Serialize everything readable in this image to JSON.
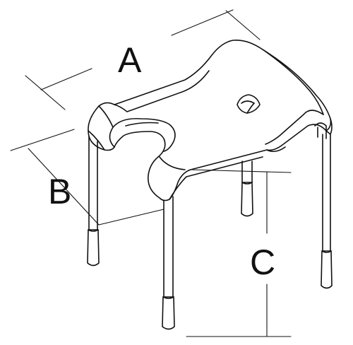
{
  "diagram": {
    "dimensions": [
      {
        "id": "width",
        "label": "A"
      },
      {
        "id": "depth",
        "label": "B"
      },
      {
        "id": "height",
        "label": "C"
      }
    ]
  }
}
